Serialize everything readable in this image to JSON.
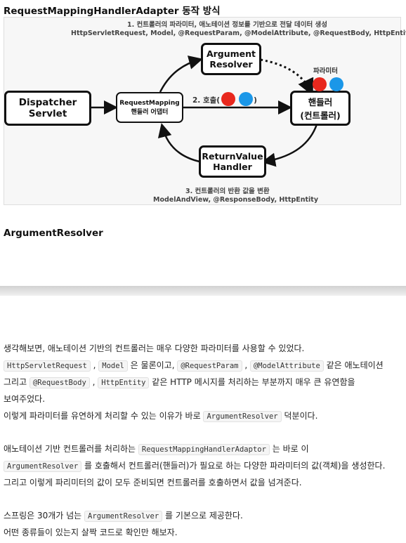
{
  "title": "RequestMappingHandlerAdapter 동작 방식",
  "diagram": {
    "caption_top_1": "1. 컨트롤러의 파라미터, 애노테이션 정보를 기반으로 전달 데이터 생성",
    "caption_top_2": "HttpServletRequest, Model, @RequestParam, @ModelAttribute, @RequestBody, HttpEntity",
    "dispatcher": "Dispatcher\nServlet",
    "adapter_line1": "RequestMapping",
    "adapter_line2": "핸들러 어댑터",
    "argument_resolver": "Argument\nResolver",
    "handler": "핸들러\n(컨트롤러)",
    "return_value_handler": "ReturnValue\nHandler",
    "call_label_prefix": "2. 호출(",
    "call_label_suffix": ")",
    "params_label": "파라미터",
    "caption_bottom_1": "3. 컨트롤러의 반환 값을 변환",
    "caption_bottom_2": "ModelAndView, @ResponseBody, HttpEntity",
    "colors": {
      "red": "#e8281e",
      "blue": "#1b97e8"
    }
  },
  "section_heading": "ArgumentResolver",
  "body": {
    "l1": "생각해보면, 애노테이션 기반의 컨트롤러는 매우 다양한 파라미터를 사용할 수 있었다.",
    "l2_c1": "HttpServletRequest",
    "l2_t1": " , ",
    "l2_c2": "Model",
    "l2_t2": " 은 물론이고, ",
    "l2_c3": "@RequestParam",
    "l2_t3": " , ",
    "l2_c4": "@ModelAttribute",
    "l2_t4": " 같은 애노테이션",
    "l3_t1": "그리고 ",
    "l3_c1": "@RequestBody",
    "l3_t2": " , ",
    "l3_c2": "HttpEntity",
    "l3_t3": " 같은 HTTP 메시지를 처리하는 부분까지 매우 큰 유연함을",
    "l4": "보여주었다.",
    "l5_t1": "이렇게 파라미터를 유연하게 처리할 수 있는 이유가 바로 ",
    "l5_c1": "ArgumentResolver",
    "l5_t2": " 덕분이다.",
    "l6_t1": "애노테이션 기반 컨트롤러를 처리하는 ",
    "l6_c1": "RequestMappingHandlerAdaptor",
    "l6_t2": " 는 바로 이",
    "l7_c1": "ArgumentResolver",
    "l7_t1": " 를 호출해서 컨트롤러(핸들러)가 필요로 하는 다양한 파라미터의 값(객체)을 생성한다.",
    "l8": "그리고 이렇게 파리미터의 값이 모두 준비되면 컨트롤러를 호출하면서 값을 넘겨준다.",
    "l9_t1": "스프링은 30개가 넘는 ",
    "l9_c1": "ArgumentResolver",
    "l9_t2": " 를 기본으로 제공한다.",
    "l10": "어떤 종류들이 있는지 살짝 코드로 확인만 해보자."
  }
}
